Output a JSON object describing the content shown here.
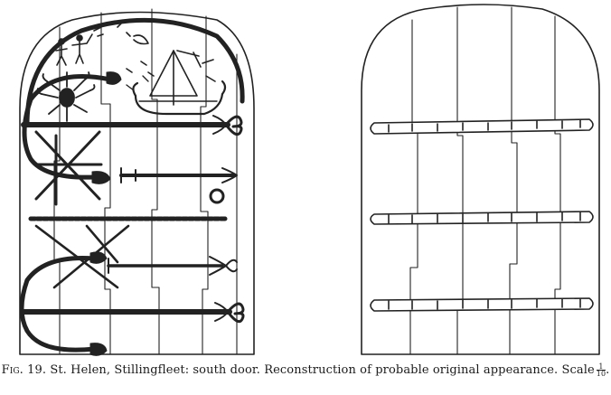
{
  "figure": {
    "left_panel": "Stillingfleet south door ironwork reconstruction",
    "right_panel": "Door boards with three plain iron straps"
  },
  "caption": {
    "fig_label": "Fig.",
    "fig_number": "19.",
    "text": "St. Helen, Stillingfleet: south door. Reconstruction of probable original appearance. Scale",
    "scale_num": "1",
    "scale_den": "10",
    "end": "."
  }
}
